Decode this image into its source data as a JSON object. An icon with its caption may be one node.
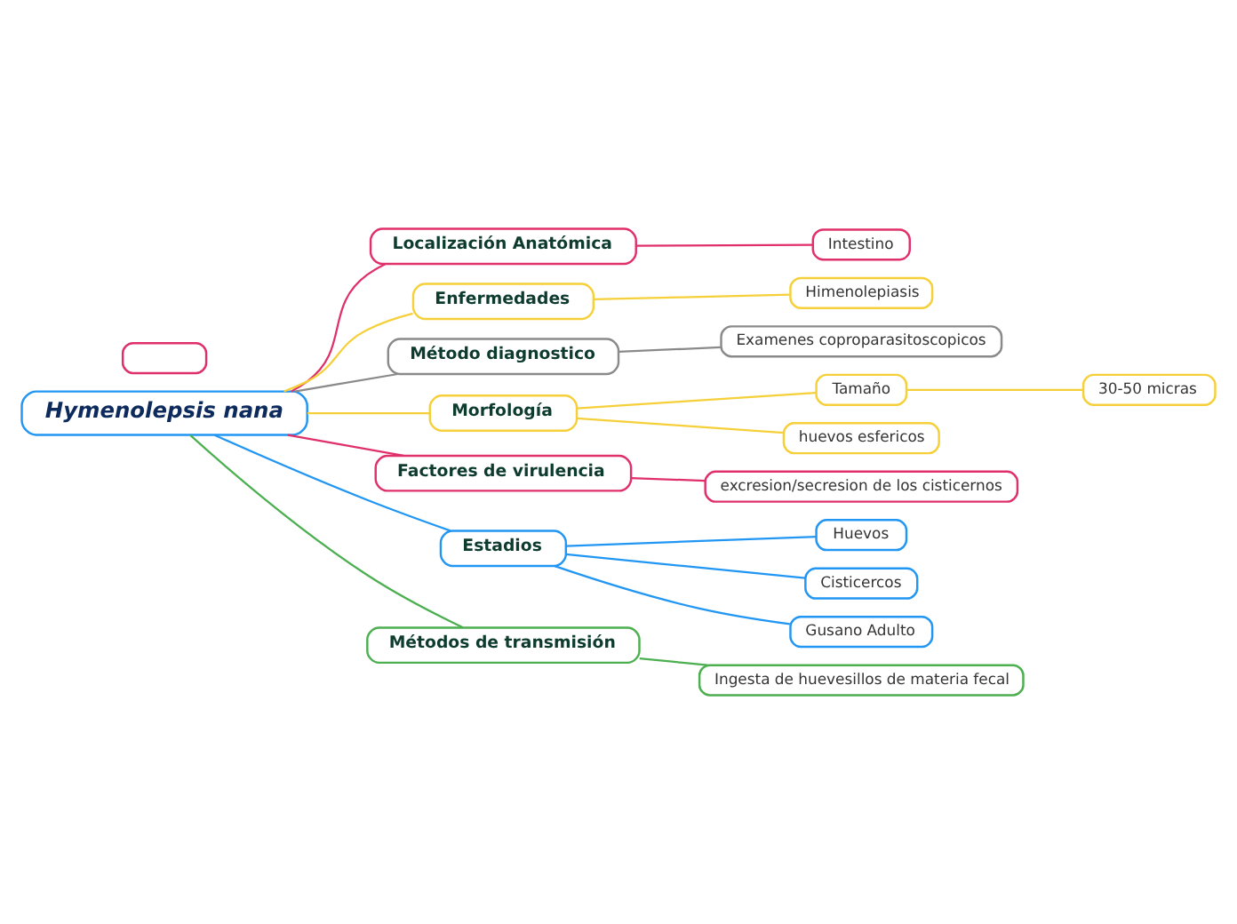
{
  "diagram": {
    "nodes": [
      {
        "text": [
          "Hymenolepsis nana"
        ]
      },
      {
        "text": [
          "Localización Anatómica"
        ]
      },
      {
        "text": [
          "Intestino"
        ]
      },
      {
        "text": [
          "Enfermedades"
        ]
      },
      {
        "text": [
          "Himenolepiasis"
        ]
      },
      {
        "text": [
          "Método diagnostico"
        ]
      },
      {
        "text": [
          "Examenes coproparasitoscopicos"
        ]
      },
      {
        "text": [
          "Morfología"
        ]
      },
      {
        "text": [
          "Tamaño"
        ]
      },
      {
        "text": [
          "30-50 micras"
        ]
      },
      {
        "text": [
          "huevos esfericos"
        ]
      },
      {
        "text": [
          "Factores de virulencia"
        ]
      },
      {
        "text": [
          "excresion/secresion de los cisticernos"
        ]
      },
      {
        "text": [
          "Estadios"
        ]
      },
      {
        "text": [
          "Huevos"
        ]
      },
      {
        "text": [
          "Cisticercos"
        ]
      },
      {
        "text": [
          "Gusano Adulto"
        ]
      },
      {
        "text": [
          "Métodos de transmisión"
        ]
      },
      {
        "text": [
          "Ingesta de huevesillos de materia fecal"
        ]
      },
      {
        "text": [],
        "shape": "box"
      }
    ],
    "edges": [
      {
        "from": 0,
        "to": 1,
        "arrow": "none",
        "color": "#e0306a"
      },
      {
        "from": 1,
        "to": 2,
        "arrow": "none",
        "color": "#e0306a"
      },
      {
        "from": 0,
        "to": 3,
        "arrow": "none",
        "color": "#f5d03a"
      },
      {
        "from": 3,
        "to": 4,
        "arrow": "none",
        "color": "#f5d03a"
      },
      {
        "from": 0,
        "to": 5,
        "arrow": "none",
        "color": "#8a8a8a"
      },
      {
        "from": 5,
        "to": 6,
        "arrow": "none",
        "color": "#8a8a8a"
      },
      {
        "from": 0,
        "to": 7,
        "arrow": "none",
        "color": "#f5d03a"
      },
      {
        "from": 7,
        "to": 8,
        "arrow": "none",
        "color": "#f5d03a"
      },
      {
        "from": 8,
        "to": 9,
        "arrow": "none",
        "color": "#f5d03a"
      },
      {
        "from": 7,
        "to": 10,
        "arrow": "none",
        "color": "#f5d03a"
      },
      {
        "from": 0,
        "to": 11,
        "arrow": "none",
        "color": "#e0306a"
      },
      {
        "from": 11,
        "to": 12,
        "arrow": "none",
        "color": "#e0306a"
      },
      {
        "from": 0,
        "to": 13,
        "arrow": "none",
        "color": "#2196f3"
      },
      {
        "from": 13,
        "to": 14,
        "arrow": "none",
        "color": "#2196f3"
      },
      {
        "from": 13,
        "to": 15,
        "arrow": "none",
        "color": "#2196f3"
      },
      {
        "from": 13,
        "to": 16,
        "arrow": "none",
        "color": "#2196f3"
      },
      {
        "from": 0,
        "to": 17,
        "arrow": "none",
        "color": "#4caf50"
      },
      {
        "from": 17,
        "to": 18,
        "arrow": "none",
        "color": "#4caf50"
      }
    ]
  }
}
